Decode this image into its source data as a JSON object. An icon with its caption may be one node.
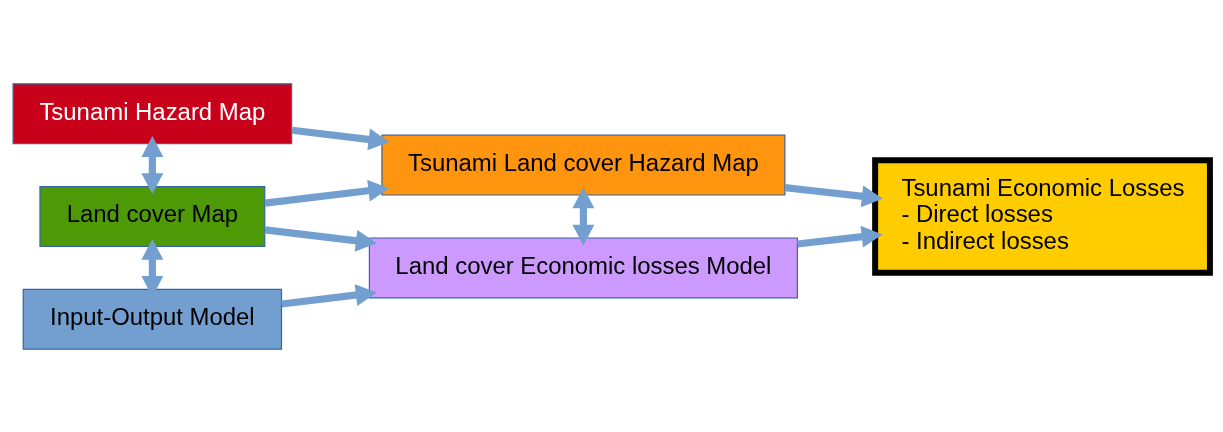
{
  "diagram": {
    "nodes": [
      {
        "text": [
          "Tsunami Hazard Map"
        ]
      },
      {
        "text": [
          "Land cover Map"
        ]
      },
      {
        "text": [
          "Input-Output Model"
        ]
      },
      {
        "text": [
          "Tsunami Land cover Hazard Map"
        ]
      },
      {
        "text": [
          "Land cover Economic losses Model"
        ]
      },
      {
        "text": [
          "Tsunami Economic Losses",
          "- Direct losses",
          "- Indirect losses"
        ]
      }
    ],
    "edges": [
      {
        "from": 0,
        "to": 1,
        "arrow": "both"
      },
      {
        "from": 0,
        "to": 3,
        "arrow": "to"
      },
      {
        "from": 1,
        "to": 3,
        "arrow": "to"
      },
      {
        "from": 1,
        "to": 2,
        "arrow": "both"
      },
      {
        "from": 1,
        "to": 4,
        "arrow": "to"
      },
      {
        "from": 2,
        "to": 4,
        "arrow": "to"
      },
      {
        "from": 3,
        "to": 4,
        "arrow": "both"
      },
      {
        "from": 3,
        "to": 5,
        "arrow": "to"
      },
      {
        "from": 4,
        "to": 5,
        "arrow": "to"
      }
    ]
  }
}
